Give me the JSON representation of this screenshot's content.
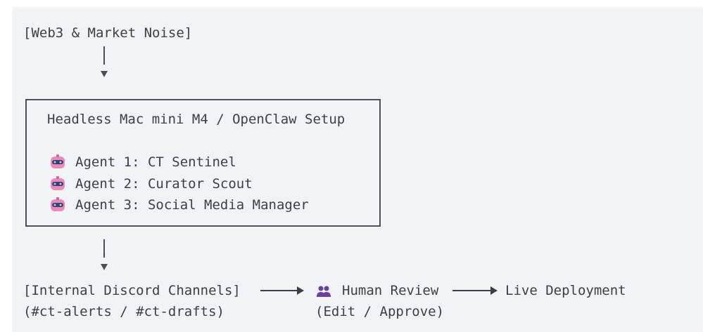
{
  "source": {
    "label": "[Web3 & Market Noise]"
  },
  "setup_box": {
    "title": "Headless Mac mini M4 / OpenClaw Setup",
    "agents": [
      {
        "icon": "robot-icon",
        "label": "Agent 1: CT Sentinel"
      },
      {
        "icon": "robot-icon",
        "label": "Agent 2: Curator Scout"
      },
      {
        "icon": "robot-icon",
        "label": "Agent 3: Social Media Manager"
      }
    ]
  },
  "flow": {
    "discord_label": "[Internal Discord Channels]",
    "discord_sub": "(#ct-alerts / #ct-drafts)",
    "review_icon": "people-icon",
    "review_label": "Human Review",
    "review_sub": "(Edit / Approve)",
    "deploy_label": "Live Deployment"
  },
  "colors": {
    "background": "#f1f3f6",
    "text": "#3b3f48",
    "robot_face": "#e98ab8",
    "people_icon": "#6b3fa0"
  }
}
